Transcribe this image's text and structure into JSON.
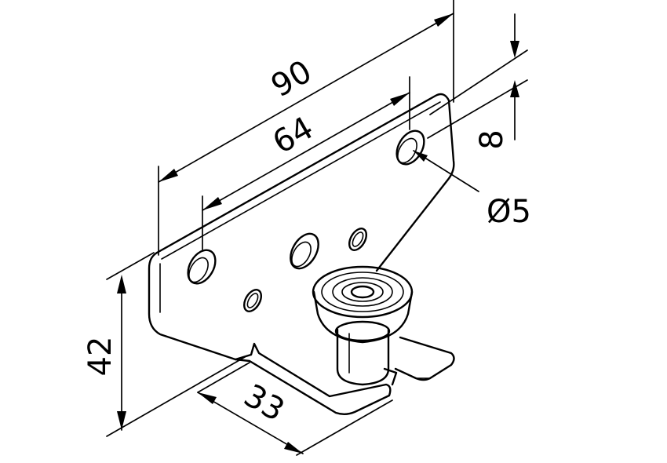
{
  "dimensions": {
    "overall_length": "90",
    "hole_spacing": "64",
    "hole_offset": "8",
    "hole_diameter": "Ø5",
    "height": "42",
    "base_depth": "33"
  }
}
